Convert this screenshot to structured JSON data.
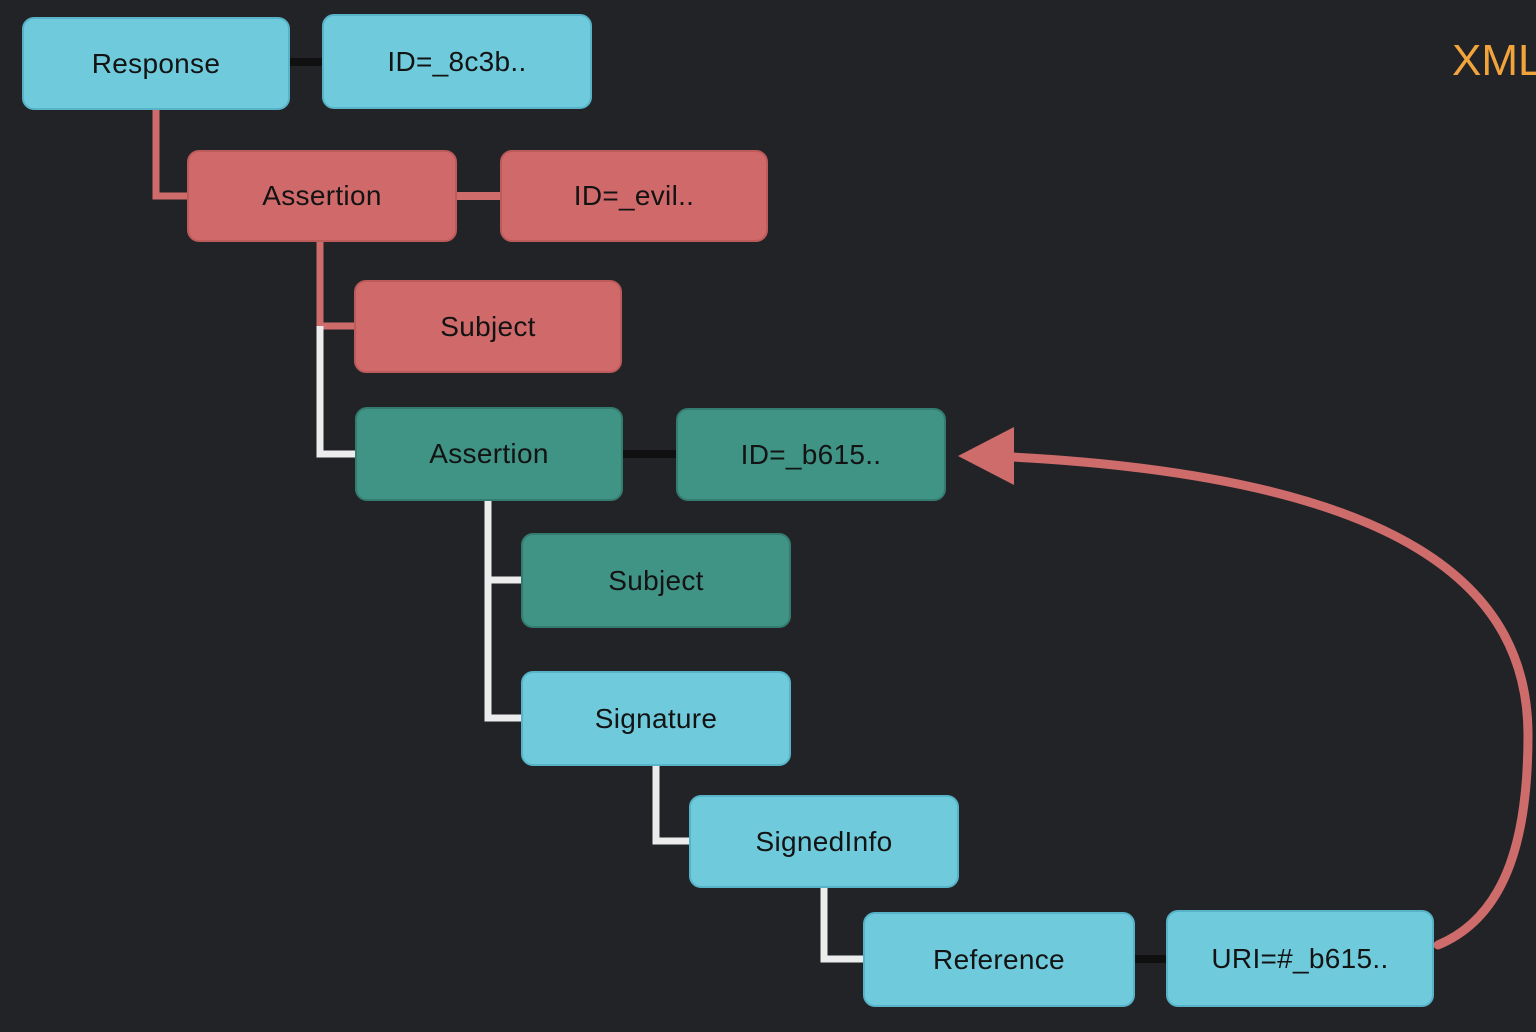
{
  "page": {
    "background": "#222326"
  },
  "header": {
    "xml_label": "XML",
    "xml_color": "#F2A43C"
  },
  "diagram": {
    "colors": {
      "cyan_node": "#6FCBDC",
      "red_node": "#D06A6A",
      "teal_node": "#3F9486",
      "white_connector": "#ECECEC",
      "red_connector": "#CE6B6B",
      "dark_connector": "#101010",
      "arrow": "#CE6B6B"
    },
    "nodes": [
      {
        "id": "response",
        "label": "Response",
        "color": "cyan"
      },
      {
        "id": "response-id",
        "label": "ID=_8c3b..",
        "color": "cyan"
      },
      {
        "id": "assertion-evil",
        "label": "Assertion",
        "color": "red"
      },
      {
        "id": "assertion-evil-id",
        "label": "ID=_evil..",
        "color": "red"
      },
      {
        "id": "subject-evil",
        "label": "Subject",
        "color": "red"
      },
      {
        "id": "assertion-orig",
        "label": "Assertion",
        "color": "teal"
      },
      {
        "id": "assertion-orig-id",
        "label": "ID=_b615..",
        "color": "teal"
      },
      {
        "id": "subject-orig",
        "label": "Subject",
        "color": "teal"
      },
      {
        "id": "signature",
        "label": "Signature",
        "color": "cyan"
      },
      {
        "id": "signedinfo",
        "label": "SignedInfo",
        "color": "cyan"
      },
      {
        "id": "reference",
        "label": "Reference",
        "color": "cyan"
      },
      {
        "id": "reference-uri",
        "label": "URI=#_b615..",
        "color": "cyan"
      }
    ],
    "arrow": {
      "from": "reference-uri",
      "to": "assertion-orig-id"
    }
  }
}
